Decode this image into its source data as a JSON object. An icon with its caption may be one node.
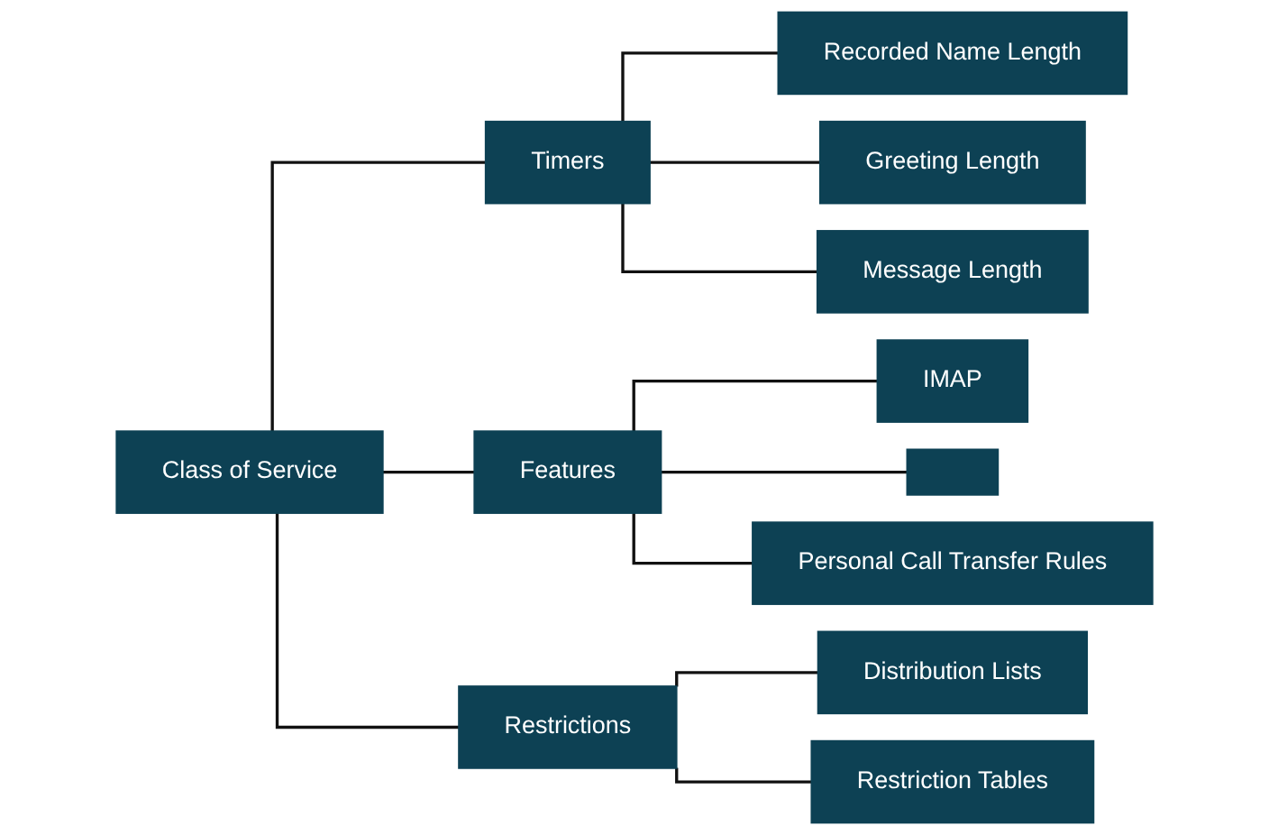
{
  "diagram": {
    "nodes": [
      {
        "text": [
          "Class of Service"
        ]
      },
      {
        "text": [
          "Timers"
        ]
      },
      {
        "text": [
          "Features"
        ]
      },
      {
        "text": [
          "Restrictions"
        ]
      },
      {
        "text": [
          "Recorded Name Length"
        ]
      },
      {
        "text": [
          "Greeting Length"
        ]
      },
      {
        "text": [
          "Message Length"
        ]
      },
      {
        "text": [
          "IMAP"
        ]
      },
      {
        "text": [],
        "shape": "box"
      },
      {
        "text": [
          "Personal Call Transfer Rules"
        ]
      },
      {
        "text": [
          "Distribution Lists"
        ]
      },
      {
        "text": [
          "Restriction Tables"
        ]
      }
    ],
    "edges": [
      {
        "from": 0,
        "to": 1,
        "arrow": "none"
      },
      {
        "from": 0,
        "to": 2,
        "arrow": "none"
      },
      {
        "from": 0,
        "to": 3,
        "arrow": "none"
      },
      {
        "from": 1,
        "to": 4,
        "arrow": "none"
      },
      {
        "from": 1,
        "to": 5,
        "arrow": "none"
      },
      {
        "from": 1,
        "to": 6,
        "arrow": "none"
      },
      {
        "from": 2,
        "to": 7,
        "arrow": "none"
      },
      {
        "from": 2,
        "to": 8,
        "arrow": "none"
      },
      {
        "from": 2,
        "to": 9,
        "arrow": "none"
      },
      {
        "from": 3,
        "to": 10,
        "arrow": "none"
      },
      {
        "from": 3,
        "to": 11,
        "arrow": "none"
      }
    ]
  }
}
